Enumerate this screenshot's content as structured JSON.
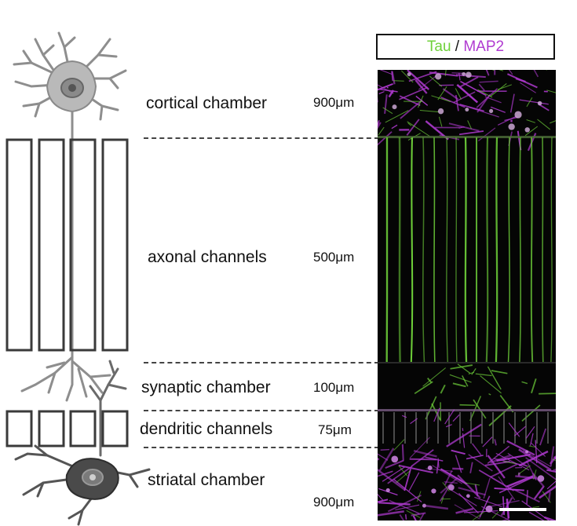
{
  "legend": {
    "marker1": "Tau",
    "separator": " / ",
    "marker2": "MAP2",
    "marker1_color": "#6fd13a",
    "marker2_color": "#b03ad1"
  },
  "regions": [
    {
      "id": "cortical",
      "label": "cortical chamber",
      "size": "900μm"
    },
    {
      "id": "axonal",
      "label": "axonal channels",
      "size": "500μm"
    },
    {
      "id": "synaptic",
      "label": "synaptic chamber",
      "size": "100μm"
    },
    {
      "id": "dendritic",
      "label": "dendritic channels",
      "size": "75μm"
    },
    {
      "id": "striatal",
      "label": "striatal chamber",
      "size": "900μm"
    }
  ],
  "colors": {
    "cortical_neuron": "#b9b9b9",
    "striatal_neuron": "#4a4a4a",
    "axon_signal": "#6fd13a",
    "dendrite_signal": "#b03ad1",
    "micrograph_bg": "#050505"
  }
}
